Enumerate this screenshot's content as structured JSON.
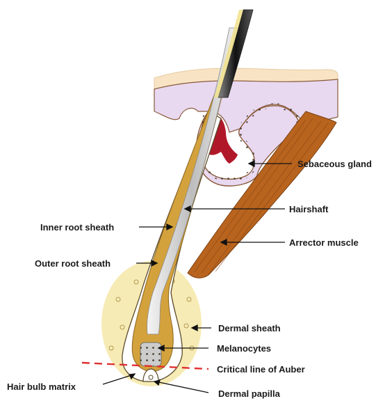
{
  "diagram": {
    "labels": {
      "sebaceous_gland": "Sebaceous gland",
      "hairshaft": "Hairshaft",
      "inner_root_sheath": "Inner root sheath",
      "arrector_muscle": "Arrector muscle",
      "outer_root_sheath": "Outer root sheath",
      "dermal_sheath": "Dermal sheath",
      "melanocytes": "Melanocytes",
      "critical_line": "Critical line of Auber",
      "hair_bulb_matrix": "Hair bulb matrix",
      "dermal_papilla": "Dermal papilla"
    },
    "colors": {
      "epidermis_surface": "#f8e4c4",
      "epidermis_cells": "#e8d8f0",
      "dermal_sheath": "#f6e8a8",
      "outer_root_sheath": "#ffffff",
      "inner_root_sheath": "#d4a23c",
      "hair_shaft": "#b8b8b8",
      "sebum": "#b0182a",
      "muscle": "#b8641e",
      "auber_line": "#e03030"
    }
  }
}
